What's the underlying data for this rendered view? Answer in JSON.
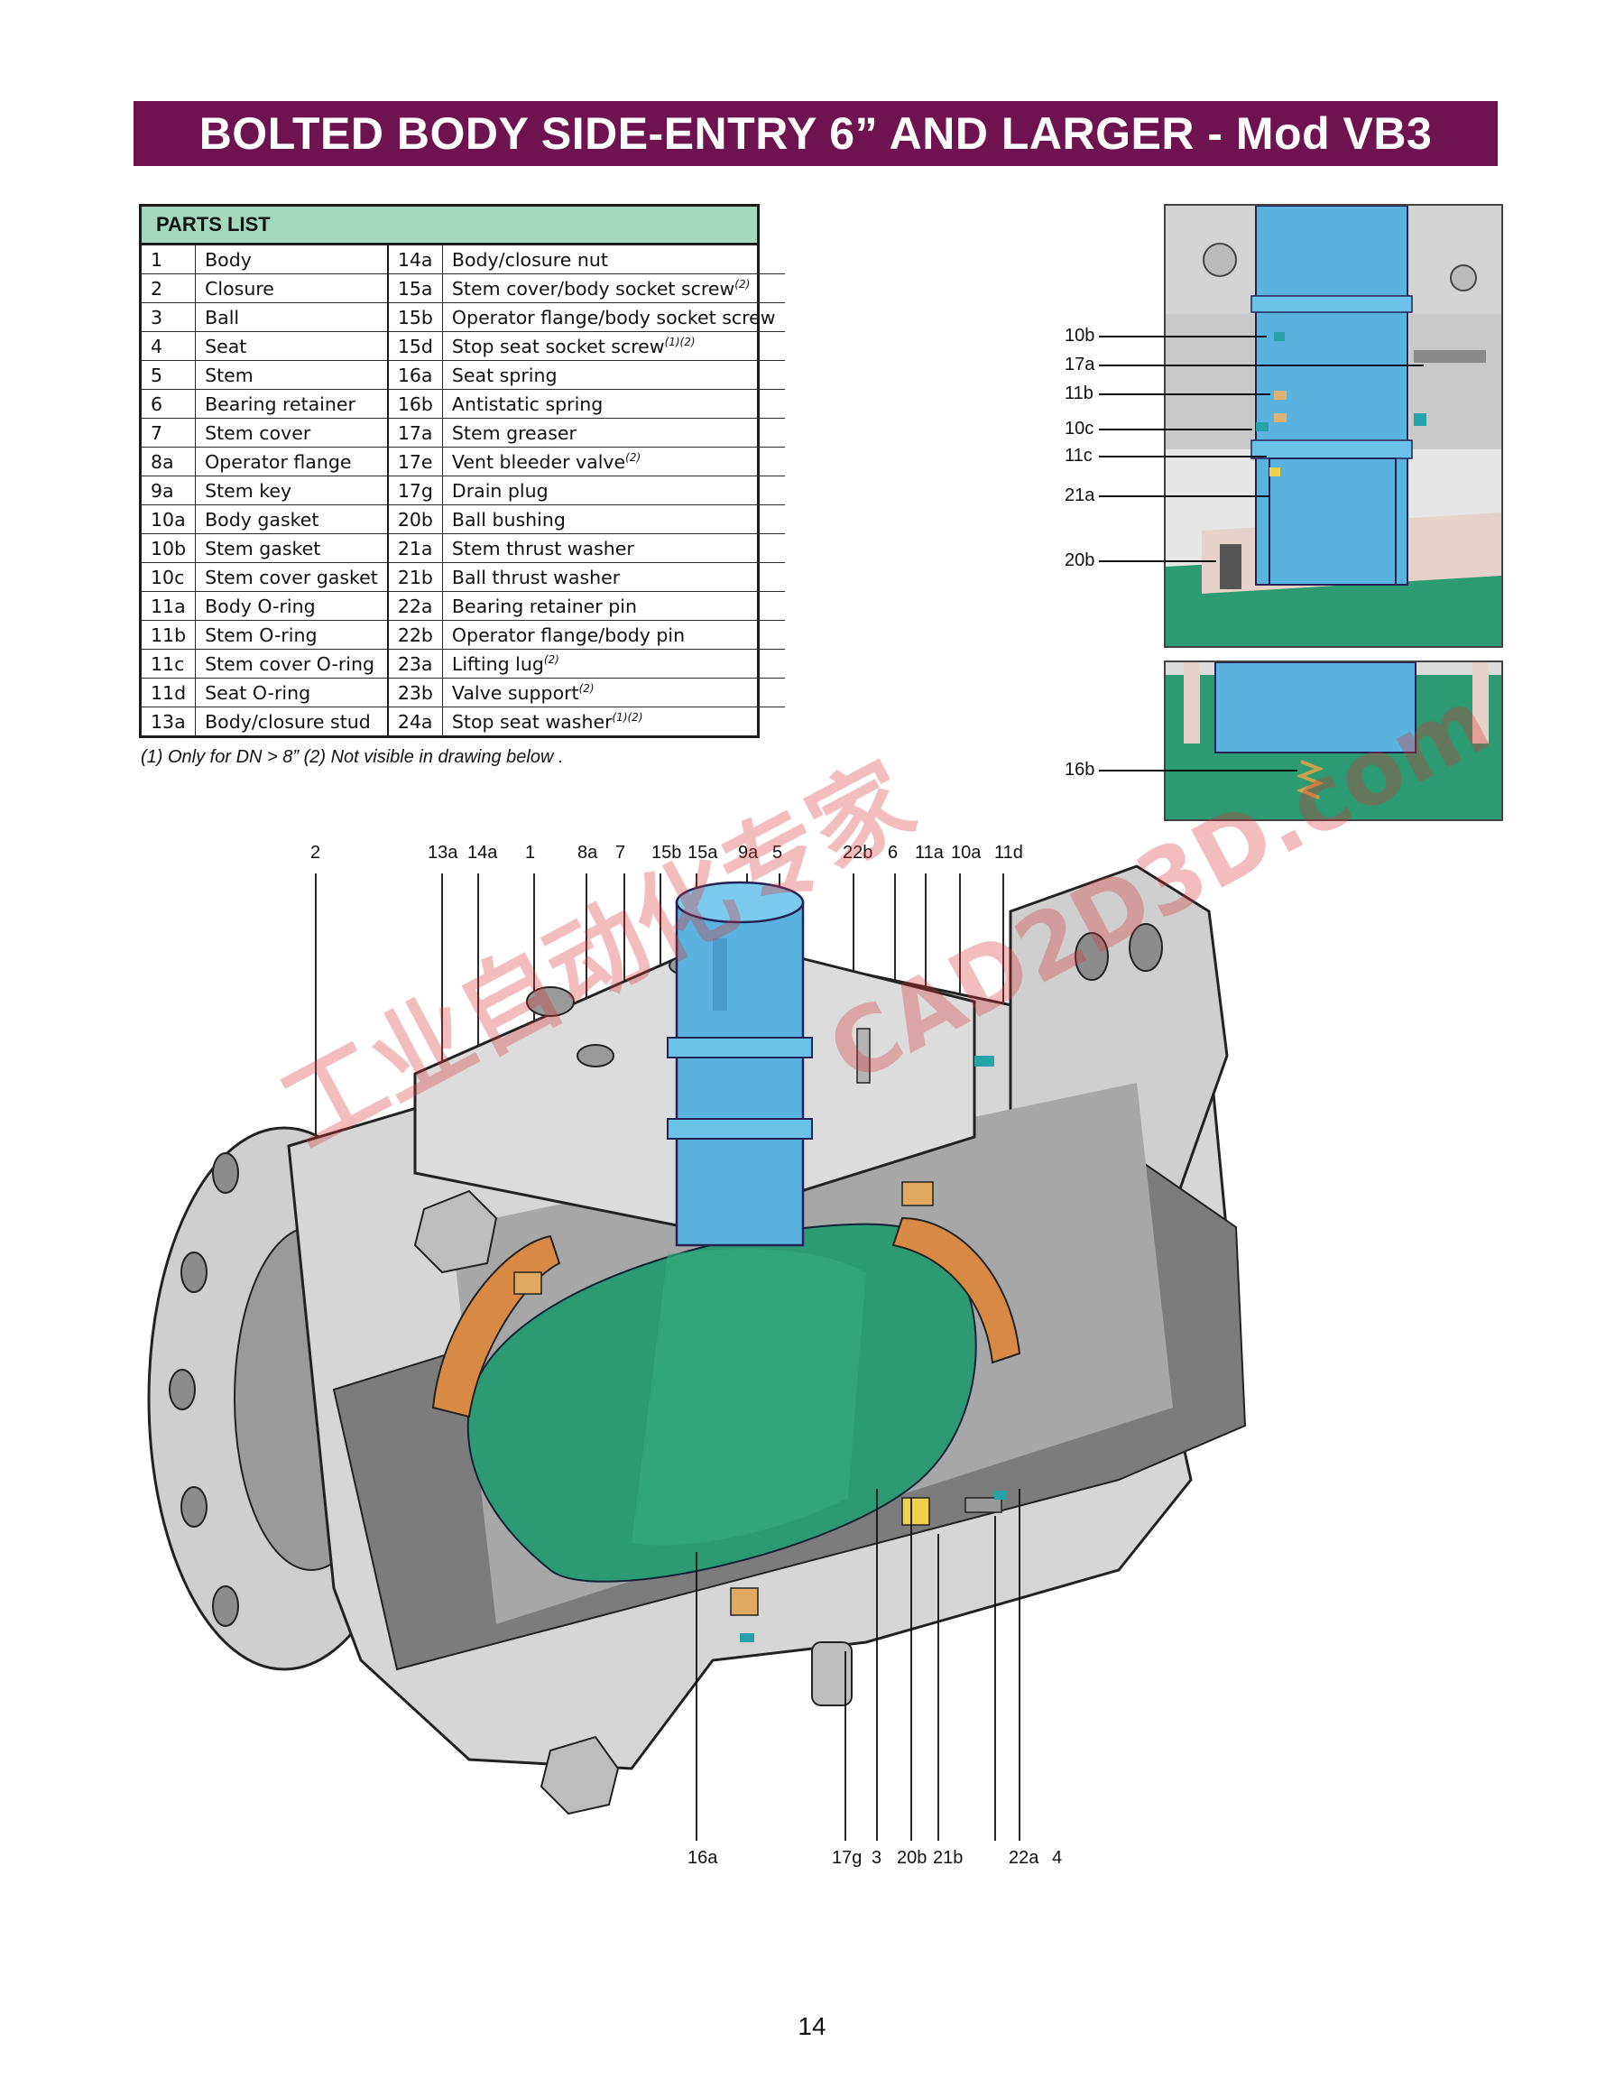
{
  "title": "BOLTED BODY SIDE-ENTRY 6” AND LARGER - Mod VB3",
  "parts_list": {
    "header": "PARTS LIST",
    "rows": [
      {
        "n1": "1",
        "p1": "Body",
        "n2": "14a",
        "p2": "Body/closure nut",
        "s2": ""
      },
      {
        "n1": "2",
        "p1": "Closure",
        "n2": "15a",
        "p2": "Stem cover/body socket screw",
        "s2": "(2)"
      },
      {
        "n1": "3",
        "p1": "Ball",
        "n2": "15b",
        "p2": "Operator flange/body socket screw",
        "s2": ""
      },
      {
        "n1": "4",
        "p1": "Seat",
        "n2": "15d",
        "p2": "Stop seat socket screw",
        "s2": "(1)(2)"
      },
      {
        "n1": "5",
        "p1": "Stem",
        "n2": "16a",
        "p2": "Seat spring",
        "s2": ""
      },
      {
        "n1": "6",
        "p1": "Bearing retainer",
        "n2": "16b",
        "p2": "Antistatic spring",
        "s2": ""
      },
      {
        "n1": "7",
        "p1": "Stem cover",
        "n2": "17a",
        "p2": "Stem greaser",
        "s2": ""
      },
      {
        "n1": "8a",
        "p1": "Operator flange",
        "n2": "17e",
        "p2": "Vent bleeder valve",
        "s2": "(2)"
      },
      {
        "n1": "9a",
        "p1": "Stem key",
        "n2": "17g",
        "p2": "Drain plug",
        "s2": ""
      },
      {
        "n1": "10a",
        "p1": "Body gasket",
        "n2": "20b",
        "p2": "Ball bushing",
        "s2": ""
      },
      {
        "n1": "10b",
        "p1": "Stem gasket",
        "n2": "21a",
        "p2": "Stem thrust washer",
        "s2": ""
      },
      {
        "n1": "10c",
        "p1": "Stem cover gasket",
        "n2": "21b",
        "p2": "Ball thrust washer",
        "s2": ""
      },
      {
        "n1": "11a",
        "p1": "Body O-ring",
        "n2": "22a",
        "p2": "Bearing retainer pin",
        "s2": ""
      },
      {
        "n1": "11b",
        "p1": "Stem O-ring",
        "n2": "22b",
        "p2": "Operator flange/body pin",
        "s2": ""
      },
      {
        "n1": "11c",
        "p1": "Stem cover O-ring",
        "n2": "23a",
        "p2": "Lifting lug",
        "s2": "(2)"
      },
      {
        "n1": "11d",
        "p1": "Seat O-ring",
        "n2": "23b",
        "p2": "Valve support",
        "s2": "(2)"
      },
      {
        "n1": "13a",
        "p1": "Body/closure stud",
        "n2": "24a",
        "p2": "Stop seat washer",
        "s2": "(1)(2)"
      }
    ]
  },
  "footnote": "(1) Only for DN > 8”  (2) Not visible in drawing below .",
  "detail_callouts": [
    "10b",
    "17a",
    "11b",
    "10c",
    "11c",
    "21a",
    "20b"
  ],
  "detail2_callout": "16b",
  "top_callouts": [
    "2",
    "13a",
    "14a",
    "1",
    "8a",
    "7",
    "15b",
    "15a",
    "9a",
    "5",
    "22b",
    "6",
    "11a",
    "10a",
    "11d"
  ],
  "bottom_callouts": [
    "16a",
    "17g",
    "3",
    "20b",
    "21b",
    "22a",
    "4"
  ],
  "page_number": "14",
  "watermark_cn": "工业自动化专家",
  "watermark_en": "CAD2D3D.com",
  "colors": {
    "title_bar": "#6e1250",
    "parts_header": "#a3d8bf",
    "ball_green": "#2c9a72",
    "stem_blue": "#5ab3de",
    "seat_orange": "#d88a44",
    "body_grey": "#d9d9d9"
  }
}
